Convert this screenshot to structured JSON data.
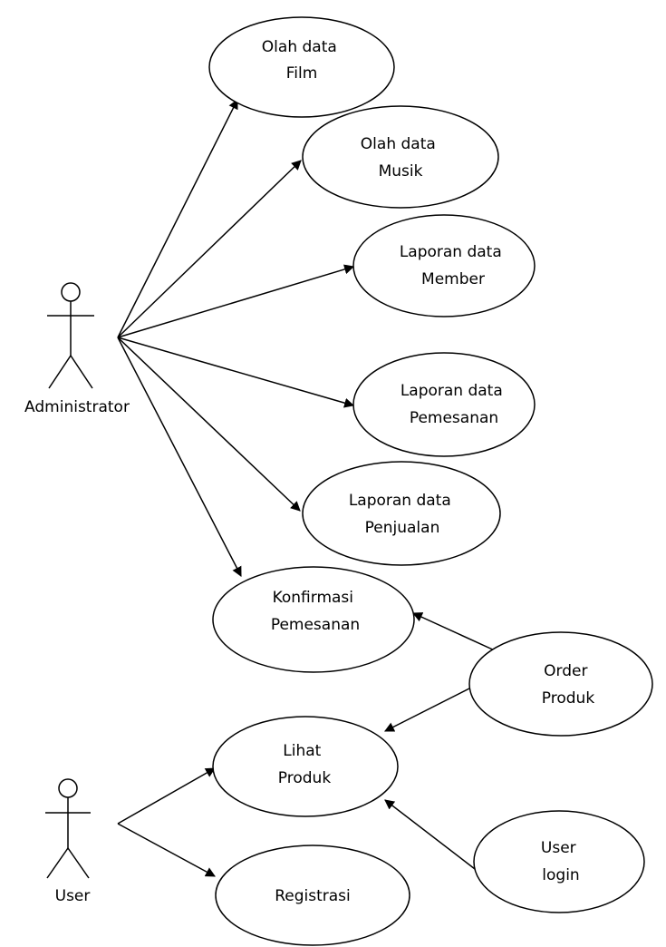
{
  "actors": {
    "administrator": "Administrator",
    "user": "User"
  },
  "use_cases": {
    "olah_film": [
      "Olah data",
      "Film"
    ],
    "olah_musik": [
      "Olah data",
      "Musik"
    ],
    "laporan_member": [
      "Laporan data",
      "Member"
    ],
    "laporan_pemesanan": [
      "Laporan data",
      "Pemesanan"
    ],
    "laporan_penjualan": [
      "Laporan data",
      "Penjualan"
    ],
    "konfirmasi_pemesanan": [
      "Konfirmasi",
      "Pemesanan"
    ],
    "order_produk": [
      "Order",
      "Produk"
    ],
    "lihat_produk": [
      "Lihat",
      "Produk"
    ],
    "user_login": [
      "User",
      "login"
    ],
    "registrasi": [
      "Registrasi"
    ]
  },
  "colors": {
    "stroke": "#000000",
    "background": "#ffffff"
  }
}
